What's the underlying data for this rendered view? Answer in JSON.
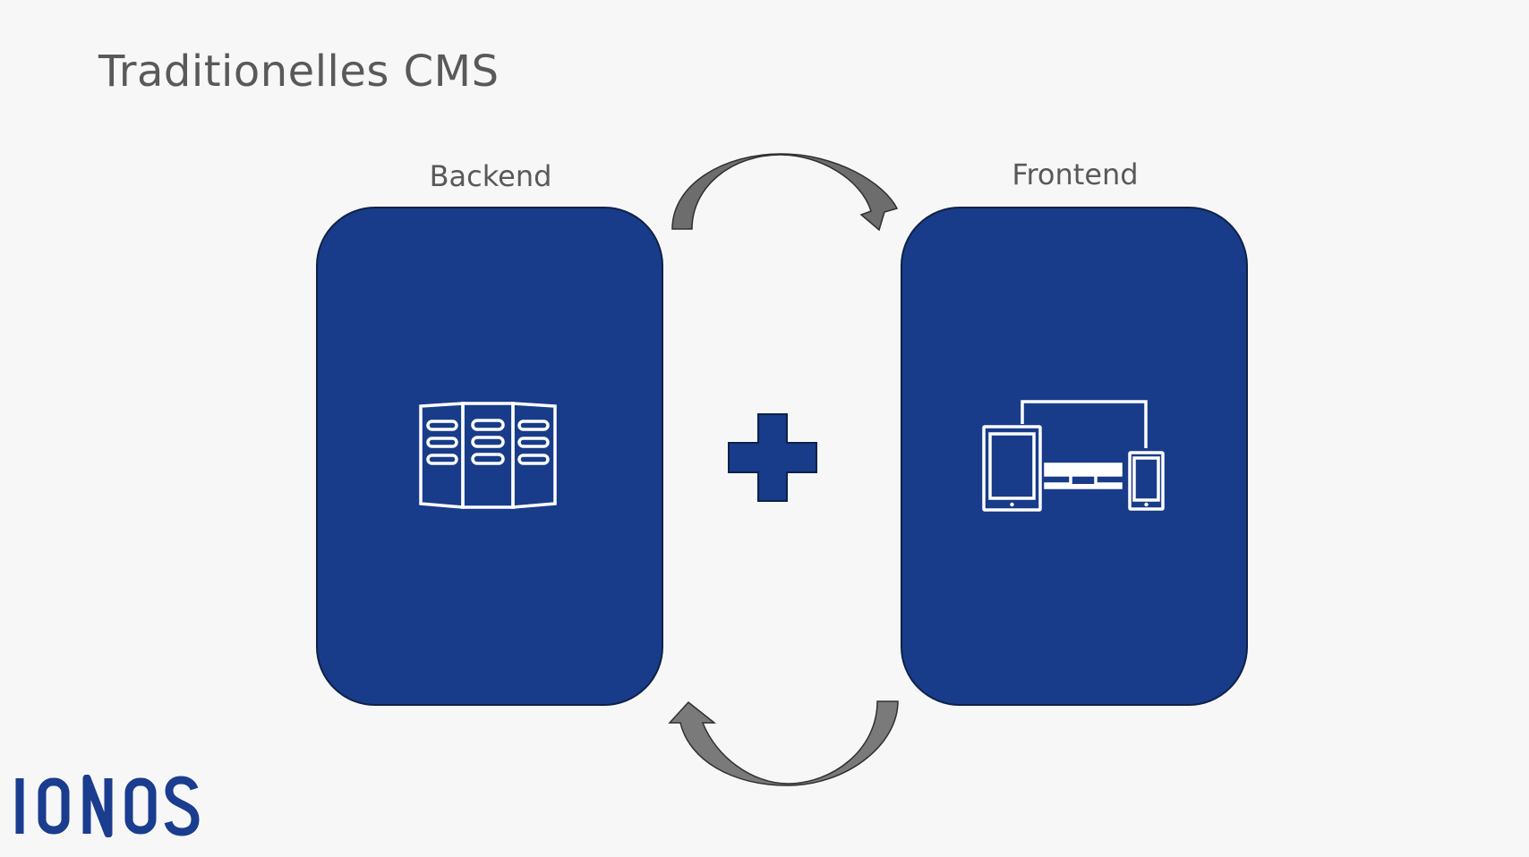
{
  "diagram": {
    "title": "Traditionelles CMS",
    "backend": {
      "label": "Backend",
      "icon": "server-rack-icon"
    },
    "frontend": {
      "label": "Frontend",
      "icon": "devices-icon"
    },
    "connector": {
      "icon": "plus-icon"
    },
    "arrows": [
      "curved-arrow-icon",
      "curved-arrow-icon"
    ]
  },
  "branding": {
    "logo_text": "IONOS"
  },
  "colors": {
    "background": "#f7f7f7",
    "panel_fill": "#183c89",
    "panel_border": "#0e2248",
    "text": "#595959",
    "arrow_fill": "#6d6d6d",
    "logo": "#1a3d8f"
  }
}
